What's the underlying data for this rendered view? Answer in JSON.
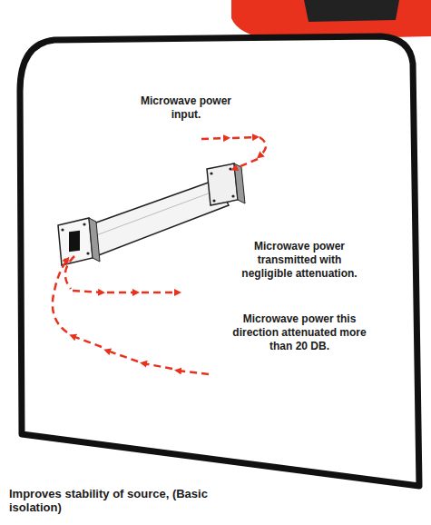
{
  "diagram": {
    "labels": [
      "Microwave power input.",
      "Microwave power transmitted with negligible attenuation.",
      "Microwave power this direction attenuated more than 20 DB.",
      "Improves stability of source, (Basic isolation)"
    ]
  }
}
